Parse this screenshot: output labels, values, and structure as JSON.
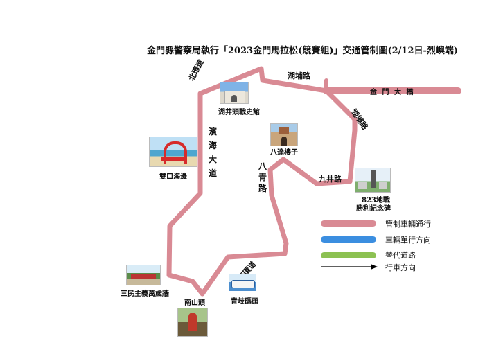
{
  "title": "金門縣警察局執行「2023金門馬拉松(競賽組)」交通管制圖(2/12日-烈嶼端)",
  "roads": {
    "north_ring": "北環道",
    "hupu_top": "湖埔路",
    "kinmen_bridge": "金 門 大 橋",
    "hupu_side": "湖埔路",
    "binhai": "濱海大道",
    "baqing": "八青路",
    "jiujing": "九井路",
    "south_ring": "南環道"
  },
  "landmarks": {
    "hujingtou": "湖井頭戰史館",
    "badazhai": "八達樓子",
    "shuangkou": "雙口海邊",
    "victory_823": [
      "823地戰",
      "勝利紀念碑"
    ],
    "sanmin": "三民主義萬歲牆",
    "nanshantou": "南山頭",
    "qingqi": "青岐碼頭"
  },
  "legend": [
    {
      "label": "管制車輛通行",
      "color": "#d98a94"
    },
    {
      "label": "車輛單行方向",
      "color": "#3b8ee0"
    },
    {
      "label": "替代道路",
      "color": "#8cc152"
    },
    {
      "label": "行車方向",
      "color": "#000000"
    }
  ],
  "colors": {
    "route": "#d98a94"
  }
}
